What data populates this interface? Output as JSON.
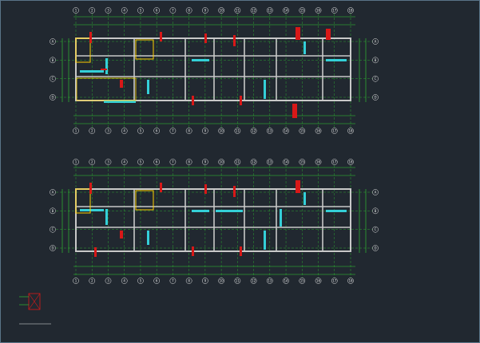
{
  "plans": [
    {
      "id": "plan-upper",
      "top_axes": [
        "1",
        "2",
        "3",
        "4",
        "5",
        "6",
        "7",
        "8",
        "9",
        "10",
        "11",
        "12",
        "13",
        "14",
        "15",
        "16",
        "17",
        "18"
      ],
      "side_axes": [
        "A",
        "B",
        "C",
        "D"
      ],
      "title": "",
      "notes": [
        "",
        "",
        "",
        ""
      ]
    },
    {
      "id": "plan-lower",
      "top_axes": [
        "1",
        "2",
        "3",
        "4",
        "5",
        "6",
        "7",
        "8",
        "9",
        "10",
        "11",
        "12",
        "13",
        "14",
        "15",
        "16",
        "17",
        "18"
      ],
      "side_axes": [
        "A",
        "B",
        "C",
        "D"
      ],
      "title": "",
      "notes": [
        "",
        "",
        "",
        ""
      ]
    }
  ],
  "legend": {
    "items": [
      "",
      ""
    ],
    "title": ""
  },
  "colors": {
    "background": "#212830",
    "wall": "#c8c8c8",
    "beam": "#d81818",
    "column_cyan": "#34d0d8",
    "dimension": "#32d232",
    "text": "#e8e8e8",
    "highlight": "#ffd000"
  }
}
